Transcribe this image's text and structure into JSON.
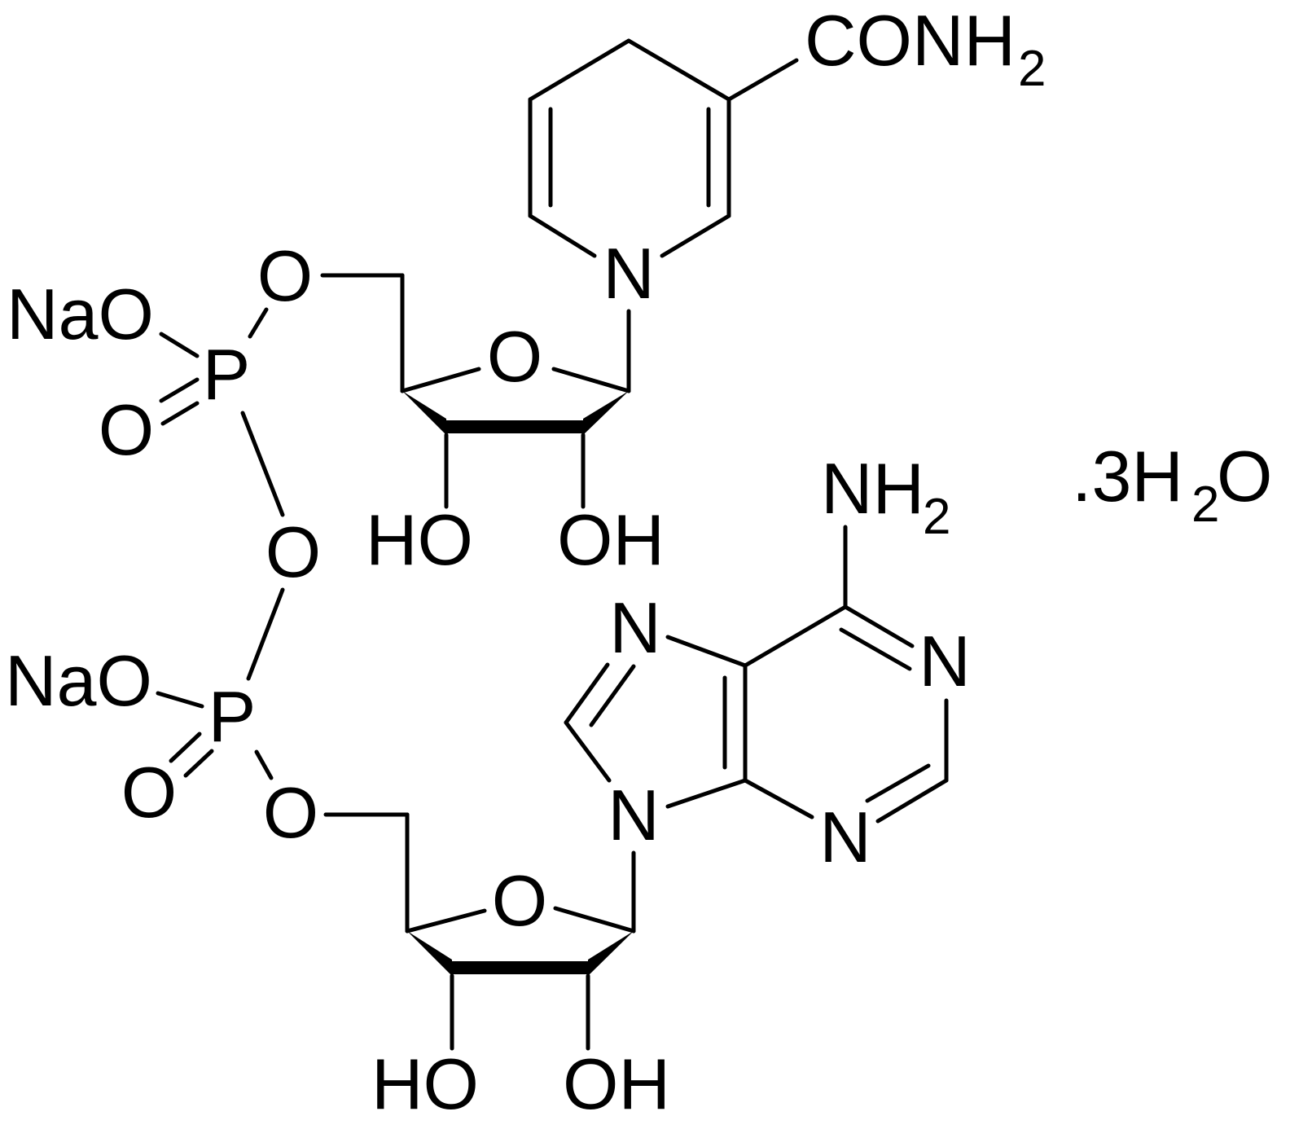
{
  "molecule": {
    "atoms": {
      "conh": "CONH",
      "conh_sub": "2",
      "n_pyridine": "N",
      "o_ring1": "O",
      "ho_1": "HO",
      "oh_1": "OH",
      "o_ester1": "O",
      "nao_1": "NaO",
      "p_1": "P",
      "o_dbl1": "O",
      "o_bridge": "O",
      "nao_2": "NaO",
      "p_2": "P",
      "o_dbl2": "O",
      "o_ester2": "O",
      "o_ring2": "O",
      "ho_2": "HO",
      "oh_2": "OH",
      "n9": "N",
      "n7": "N",
      "n1": "N",
      "n3": "N",
      "nh": "NH",
      "nh_sub": "2"
    },
    "hydrate": {
      "prefix": ".3H",
      "sub": "2",
      "suffix": "O"
    },
    "colors": {
      "ink": "#000000",
      "background": "#ffffff"
    }
  }
}
